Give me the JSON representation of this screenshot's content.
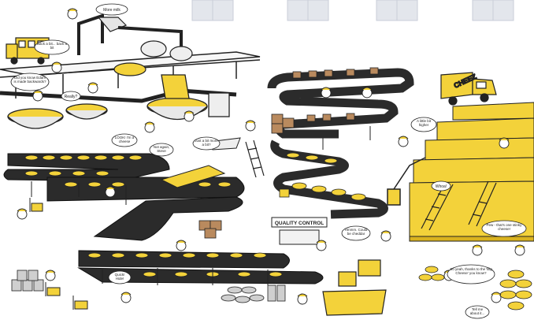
{
  "signs": {
    "cheez_truck": "CHEEZ",
    "quality_control": "QUALITY CONTROL"
  },
  "bubbles": {
    "more_milk": "More milk",
    "back_bit": "Back a bit... back a bit",
    "edam_backward": "Did you know Edam is made backwards?",
    "really": "Really?",
    "look_cheese": "LOOK! I'm a cheese",
    "not_again": "Not again, Steve",
    "just_a_bit": "Just a bit more a bit?",
    "little_bit_higher": "A little bit higher",
    "whoa": "Whoa!",
    "could_be_cheddar": "Hmmm. Could be cheddar",
    "pew": "Pew - that's one stinky cheese!",
    "quick_hide": "Quick! Hide!",
    "big_cheese": "So yeah, thanks to the 'Big Cheese' you know?",
    "tell_me": "Tell me about it..."
  },
  "colors": {
    "cheese": "#f3d23a",
    "cheese_dark": "#d9b21e",
    "belt": "#2b2b2b",
    "box": "#b98a5e",
    "line": "#222222",
    "can": "#cfcfcf",
    "window": "#e3e6ec"
  }
}
